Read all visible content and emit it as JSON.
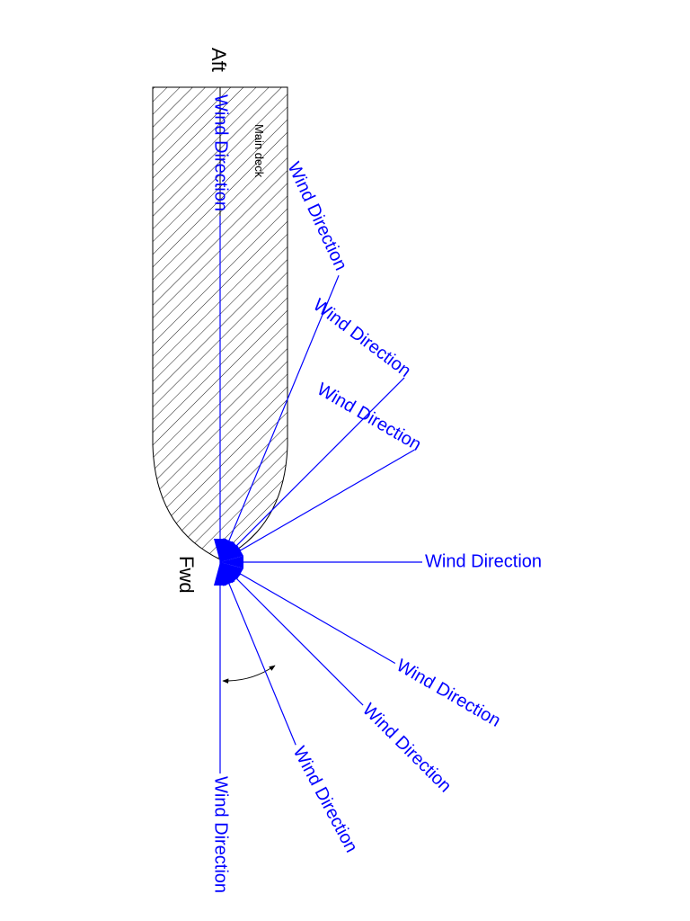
{
  "diagram": {
    "labels": {
      "aft": "Aft",
      "fwd": "Fwd",
      "main_deck": "Main deck"
    },
    "wind_arrows": [
      {
        "label": "Wind Direction",
        "angle_deg": 0
      },
      {
        "label": "Wind Direction",
        "angle_deg": 22.5
      },
      {
        "label": "Wind Direction",
        "angle_deg": 45
      },
      {
        "label": "Wind Direction",
        "angle_deg": 60
      },
      {
        "label": "Wind Direction",
        "angle_deg": 90
      },
      {
        "label": "Wind Direction",
        "angle_deg": 120
      },
      {
        "label": "Wind Direction",
        "angle_deg": 135
      },
      {
        "label": "Wind Direction",
        "angle_deg": 157.5
      },
      {
        "label": "Wind Direction",
        "angle_deg": 180
      }
    ],
    "colors": {
      "wind": "#0000ff",
      "outline": "#000000",
      "hatch": "#000000",
      "background": "#ffffff"
    }
  }
}
